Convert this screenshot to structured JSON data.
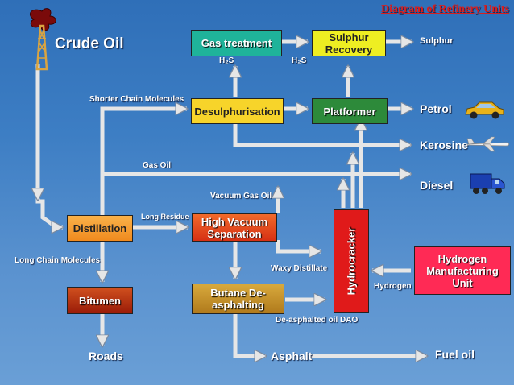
{
  "title": "Diagram of Refinery Units",
  "crude": "Crude Oil",
  "units": {
    "gas_treatment": "Gas treatment",
    "sulphur_recovery": "Sulphur Recovery",
    "desulphurisation": "Desulphurisation",
    "platformer": "Platformer",
    "distillation": "Distillation",
    "high_vacuum": "High Vacuum Separation",
    "bitumen": "Bitumen",
    "butane": "Butane De-asphalting",
    "hydrocracker": "Hydrocracker",
    "hydrogen_unit": "Hydrogen Manufacturing Unit"
  },
  "products": {
    "sulphur": "Sulphur",
    "petrol": "Petrol",
    "kerosine": "Kerosine",
    "diesel": "Diesel",
    "roads": "Roads",
    "asphalt": "Asphalt",
    "fuel_oil": "Fuel oil"
  },
  "labels": {
    "h2s_1": "H₂S",
    "h2s_2": "H₂S",
    "shorter_chain": "Shorter Chain Molecules",
    "gas_oil": "Gas Oil",
    "vacuum_gas_oil": "Vacuum Gas Oil",
    "long_residue": "Long Residue",
    "long_chain": "Long Chain Molecules",
    "waxy_distillate": "Waxy Distillate",
    "hydrogen": "Hydrogen",
    "deasphalted": "De-asphalted oil  DAO"
  },
  "icons": [
    "oil-derrick-icon",
    "car-icon",
    "airplane-icon",
    "truck-icon"
  ],
  "colors": {
    "title": "#d81e1e",
    "gas_treatment": "#1fb39a",
    "sulphur_recovery": "#eeee22",
    "desulphurisation": "#f7d42a",
    "platformer": "#2d8a3a",
    "distillation": "#f59a2a",
    "high_vacuum": "#e2401e",
    "bitumen": "#b3250c",
    "butane": "#c8962a",
    "hydrocracker": "#e01a1a",
    "hydrogen_unit": "#ff2a55",
    "arrow_fill": "#e6e6e6"
  }
}
